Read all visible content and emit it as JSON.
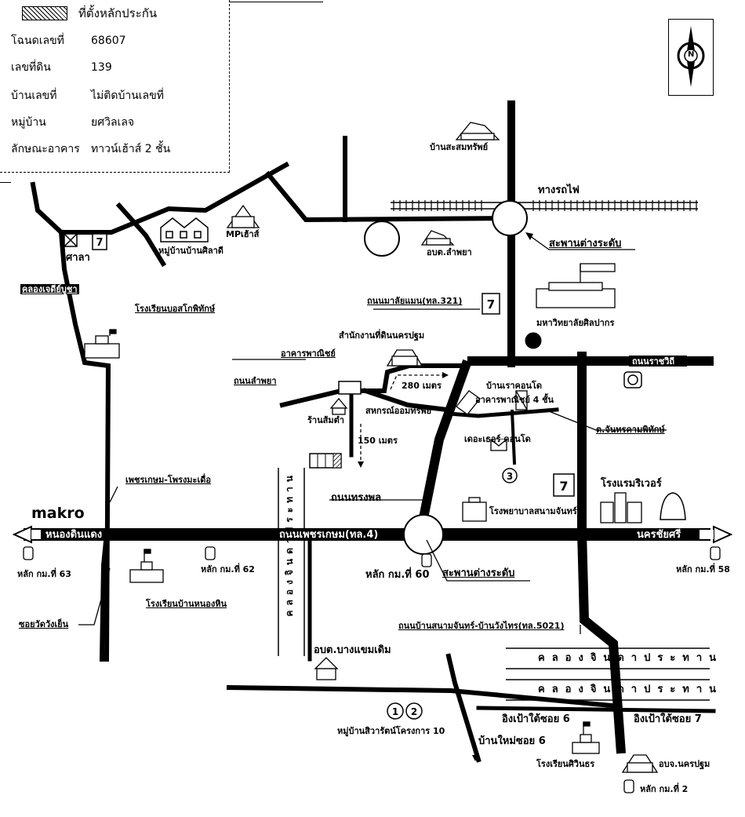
{
  "info": {
    "header": "ที่ตั้งหลักประกัน",
    "rows": [
      {
        "key": "โฉนดเลขที่",
        "value": "68607"
      },
      {
        "key": "เลขที่ดิน",
        "value": "139"
      },
      {
        "key": "บ้านเลขที่",
        "value": "ไม่ติดบ้านเลขที่"
      },
      {
        "key": "หมู่บ้าน",
        "value": "ยศวิลเลจ"
      },
      {
        "key": "ลักษณะอาคาร",
        "value": "ทาวน์เฮ้าส์ 2 ชั้น"
      }
    ]
  },
  "compass": {
    "north_letter": "N"
  },
  "labels": {
    "baan_sasom": "บ้านสะสมทรัพย์",
    "railway": "ทางรถไฟ",
    "flyover_north": "สะพานต่างระดับ",
    "mp_house": "MPเฮ้าส์",
    "village_sala": "หมู่บ้านบ้านศิลาดี",
    "sala": "ศาลา",
    "obt_lam_phaya": "อบต.ลำพยา",
    "canal_west": "คลองเจดีย์บูชา",
    "school_east_west": "โรงเรียนบอสโกพิทักษ์",
    "malaiman_road": "ถนนมาลัยแมน(ทล.321)",
    "silpakorn": "มหาวิทยาลัยศิลปากร",
    "land_office": "สำนักงานที่ดินนครปฐม",
    "commercial_bldg": "อาคารพาณิชย์",
    "lam_phaya_road": "ถนนลำพยา",
    "dist_280": "280 เมตร",
    "rachawithi_road": "ถนนราชวิถี",
    "baan_condo": "บ้านเราคอนโด",
    "commercial_4": "อาคารพาณิชย์ 4 ชั้น",
    "coop": "สหกรณ์ออมทรัพย์",
    "pork_shop": "ร้านส้มตำ",
    "chanthrakham": "ต.จันทรคามพิทักษ์",
    "dist_150": "150 เมตร",
    "terrace_condo": "เดอะเธอร์ คอนโด",
    "petkasem_pong": "เพชรเกษม-โพรงมะเดื่อ",
    "river_hotel": "โรงแรมริเวอร์",
    "songpon_road": "ถนนทรงพล",
    "hospital": "โรงพยาบาลสนามจันทร์",
    "makro": "makro",
    "nong_din_daeng": "หนองดินแดง",
    "petkasem_road": "ถนนเพชรเกษม(ทล.4)",
    "nakhon_chaisi": "นครชัยศรี",
    "km63": "หลัก กม.ที่ 63",
    "km62": "หลัก กม.ที่ 62",
    "km60": "หลัก กม.ที่ 60",
    "km58": "หลัก กม.ที่ 58",
    "flyover_south": "สะพานต่างระดับ",
    "school_nong_hin": "โรงเรียนบ้านหนองหิน",
    "soi_wang_yen": "ซอยวัดวังเย็น",
    "canal_vertical": "คลองจินดาประทาน",
    "sanam_chan_road": "ถนนบ้านสนามจันทร์-บ้านวังไทร(ทล.5021)",
    "obt_bang_khaem": "อบต.บางแขมเดิม",
    "canal_south_1": "คลองจินดาประทาน",
    "canal_south_2": "คลองจินดาประทาน",
    "village_10": "หมู่บ้านสิวารัตน์โครงการ 10",
    "ing_pao_6": "อิงเป้าใต้ซอย 6",
    "ing_pao_7": "อิงเป้าใต้ซอย 7",
    "baan_mai_6": "บ้านใหม่ซอย 6",
    "school_siwinthon": "โรงเรียนศิวินธร",
    "obj_nakhon_pathom": "อบจ.นครปฐม",
    "km2": "หลัก กม.ที่ 2",
    "circle_3": "③",
    "circle_12": "①②"
  }
}
